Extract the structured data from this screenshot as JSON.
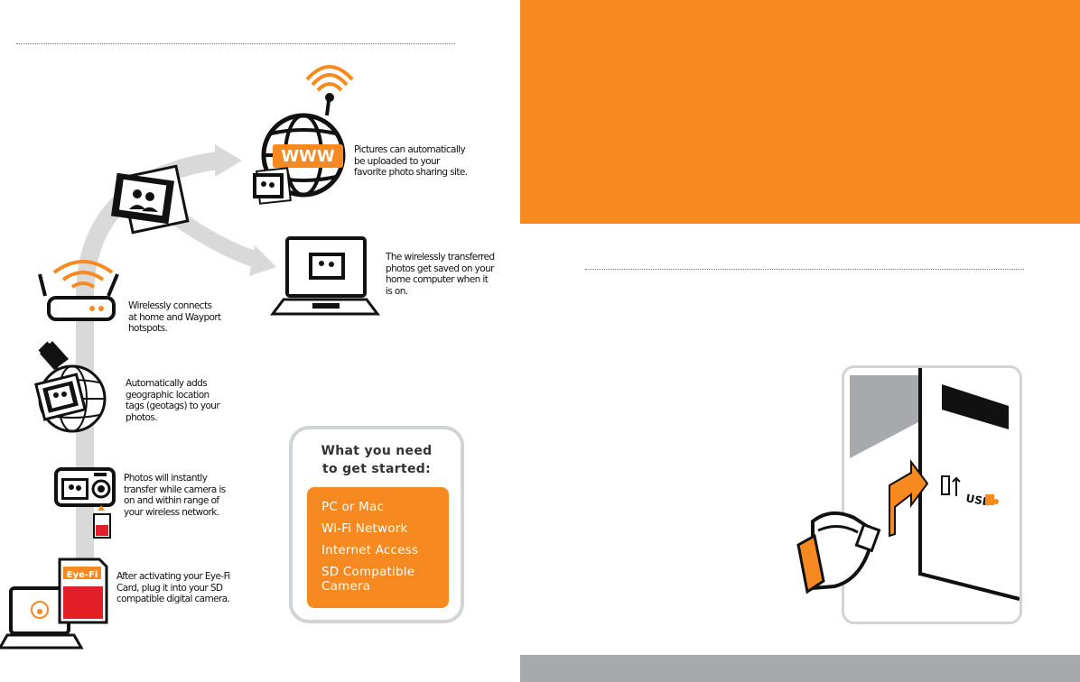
{
  "captions": {
    "web": [
      "Pictures can automatically",
      "be uploaded to your",
      "favorite photo sharing site."
    ],
    "computer": [
      "The wirelessly transferred",
      "photos get saved on your",
      "home computer when it",
      "is on."
    ],
    "router": [
      "Wirelessly connects",
      "at home and Wayport",
      "hotspots."
    ],
    "geotag": [
      "Automatically adds",
      "geographic location",
      "tags (geotags) to your",
      "photos."
    ],
    "camera": [
      "Photos will instantly",
      "transfer while camera is",
      "on and within range of",
      "your wireless network."
    ],
    "card": [
      "After activating your Eye-Fi",
      "Card, plug it into your SD",
      "compatible digital camera."
    ]
  },
  "icons": {
    "globe_label": "WWW",
    "card_label": "Eye-Fi",
    "usb_label": "USB"
  },
  "requirements": {
    "title": [
      "What you need",
      "to get started:"
    ],
    "items": [
      [
        "PC or Mac"
      ],
      [
        "Wi-Fi Network"
      ],
      [
        "Internet Access"
      ],
      [
        "SD Compatible",
        "Camera"
      ]
    ]
  },
  "colors": {
    "accent": "#f68a21",
    "footer": "#a7a9ac",
    "box_border": "#d1d3d4",
    "card_red": "#e21e26"
  }
}
